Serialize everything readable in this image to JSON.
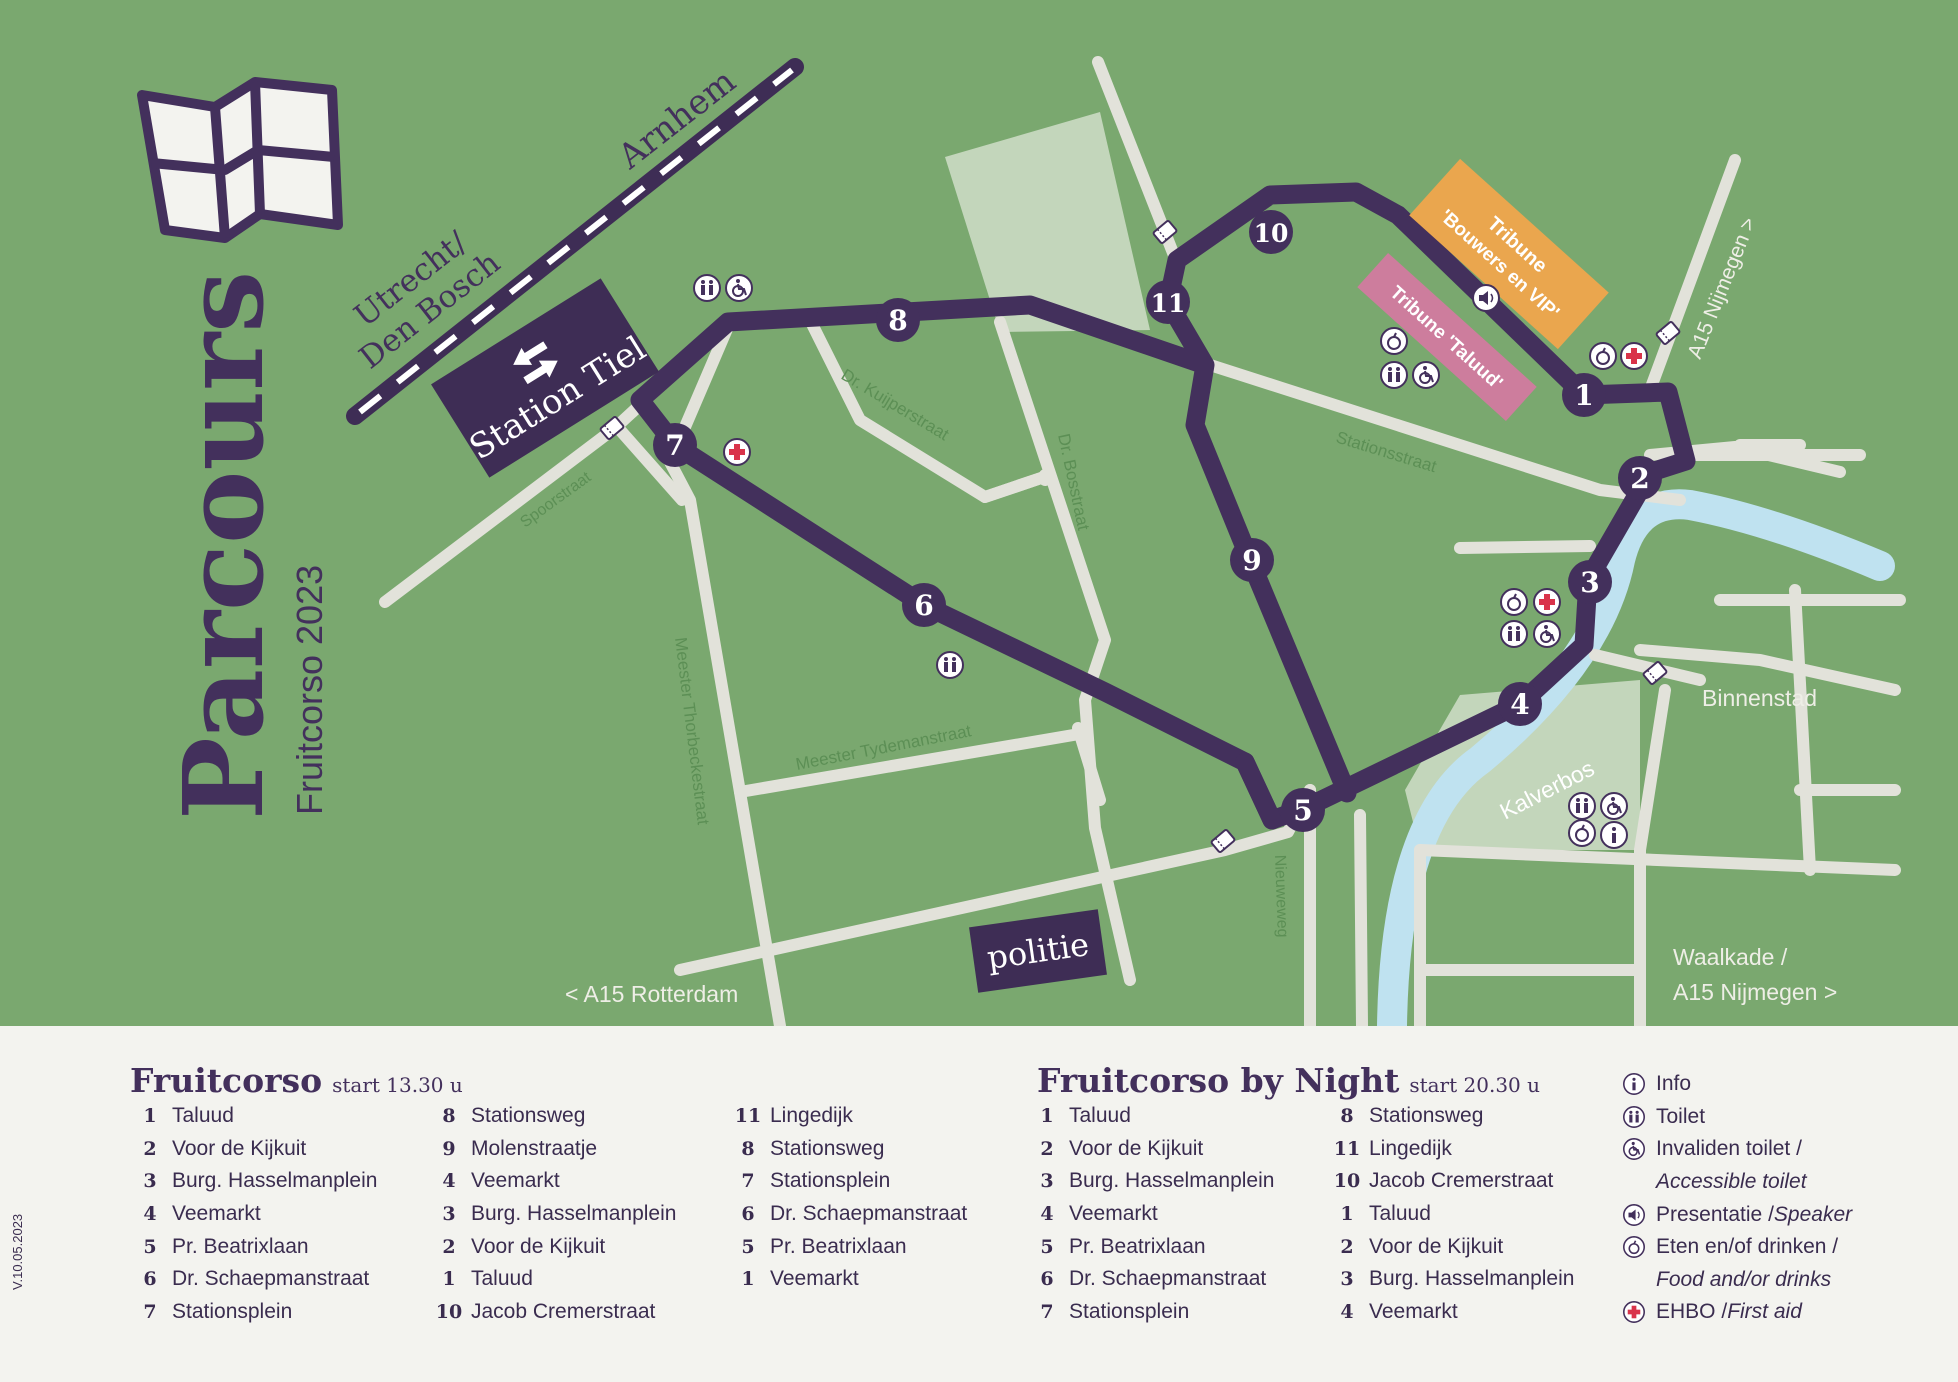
{
  "map": {
    "title": "Parcours",
    "subtitle": "Fruitcorso 2023",
    "colors": {
      "background": "#7aa86f",
      "road": "#e2e2da",
      "route": "#43305c",
      "water": "#bfe2f0",
      "park": "#c3d6bb",
      "tribune_vip": "#eaa64e",
      "tribune_taluud": "#cd7d9d",
      "rail": "#3e2d55"
    },
    "labels": {
      "station": "Station Tiel",
      "police": "politie",
      "rail_north": "Arnhem",
      "rail_south_1": "Utrecht/",
      "rail_south_2": "Den Bosch",
      "tribune_vip_1": "Tribune",
      "tribune_vip_2": "'Bouwers en VIP'",
      "tribune_taluud": "Tribune 'Taluud'",
      "a15_rotterdam": "< A15 Rotterdam",
      "a15_nijmegen_ne": "A15 Nijmegen >",
      "waalkade_1": "Waalkade /",
      "waalkade_2": "A15 Nijmegen >",
      "binnenstad": "Binnenstad",
      "kalverbos": "Kalverbos",
      "spoorstraat": "Spoorstraat",
      "kuijperstraat": "Dr. Kuijperstraat",
      "bosstraat": "Dr. Bosstraat",
      "stationsstraat": "Stationsstraat",
      "thorbeckestraat": "Meester Thorbeckestraat",
      "tydemanstraat": "Meester Tydemanstraat",
      "nieuweweg": "Nieuweweg"
    },
    "route_points": [
      "1",
      "2",
      "3",
      "4",
      "5",
      "6",
      "7",
      "8",
      "9",
      "10",
      "11"
    ]
  },
  "legend": {
    "day": {
      "title": "Fruitcorso",
      "start": "start 13.30 u",
      "col1": [
        {
          "num": "1",
          "label": "Taluud"
        },
        {
          "num": "2",
          "label": "Voor de Kijkuit"
        },
        {
          "num": "3",
          "label": "Burg. Hasselmanplein"
        },
        {
          "num": "4",
          "label": "Veemarkt"
        },
        {
          "num": "5",
          "label": "Pr. Beatrixlaan"
        },
        {
          "num": "6",
          "label": "Dr. Schaepmanstraat"
        },
        {
          "num": "7",
          "label": "Stationsplein"
        }
      ],
      "col2": [
        {
          "num": "8",
          "label": "Stationsweg"
        },
        {
          "num": "9",
          "label": "Molenstraatje"
        },
        {
          "num": "4",
          "label": "Veemarkt"
        },
        {
          "num": "3",
          "label": "Burg. Hasselmanplein"
        },
        {
          "num": "2",
          "label": "Voor de Kijkuit"
        },
        {
          "num": "1",
          "label": "Taluud"
        },
        {
          "num": "10",
          "label": "Jacob Cremerstraat"
        }
      ],
      "col3": [
        {
          "num": "11",
          "label": "Lingedijk"
        },
        {
          "num": "8",
          "label": "Stationsweg"
        },
        {
          "num": "7",
          "label": "Stationsplein"
        },
        {
          "num": "6",
          "label": "Dr. Schaepmanstraat"
        },
        {
          "num": "5",
          "label": "Pr. Beatrixlaan"
        },
        {
          "num": "1",
          "label": "Veemarkt"
        }
      ]
    },
    "night": {
      "title": "Fruitcorso by Night",
      "start": "start 20.30 u",
      "col1": [
        {
          "num": "1",
          "label": "Taluud"
        },
        {
          "num": "2",
          "label": "Voor de Kijkuit"
        },
        {
          "num": "3",
          "label": "Burg. Hasselmanplein"
        },
        {
          "num": "4",
          "label": "Veemarkt"
        },
        {
          "num": "5",
          "label": "Pr. Beatrixlaan"
        },
        {
          "num": "6",
          "label": "Dr. Schaepmanstraat"
        },
        {
          "num": "7",
          "label": "Stationsplein"
        }
      ],
      "col2": [
        {
          "num": "8",
          "label": "Stationsweg"
        },
        {
          "num": "11",
          "label": "Lingedijk"
        },
        {
          "num": "10",
          "label": "Jacob Cremerstraat"
        },
        {
          "num": "1",
          "label": "Taluud"
        },
        {
          "num": "2",
          "label": "Voor de Kijkuit"
        },
        {
          "num": "3",
          "label": "Burg. Hasselmanplein"
        },
        {
          "num": "4",
          "label": "Veemarkt"
        }
      ]
    },
    "key": [
      {
        "icon": "info-icon",
        "text": "Info",
        "italic": ""
      },
      {
        "icon": "toilet-icon",
        "text": "Toilet",
        "italic": ""
      },
      {
        "icon": "wheelchair-icon",
        "text": "Invaliden toilet /",
        "italic": ""
      },
      {
        "icon": "",
        "text": "",
        "italic": "Accessible toilet"
      },
      {
        "icon": "speaker-icon",
        "text": "Presentatie / ",
        "italic": "Speaker"
      },
      {
        "icon": "apple-icon",
        "text": "Eten en/of drinken /",
        "italic": ""
      },
      {
        "icon": "",
        "text": "",
        "italic": "Food and/or drinks"
      },
      {
        "icon": "first-aid-icon",
        "text": "EHBO / ",
        "italic": "First aid"
      }
    ]
  },
  "version": "V.10.05.2023"
}
